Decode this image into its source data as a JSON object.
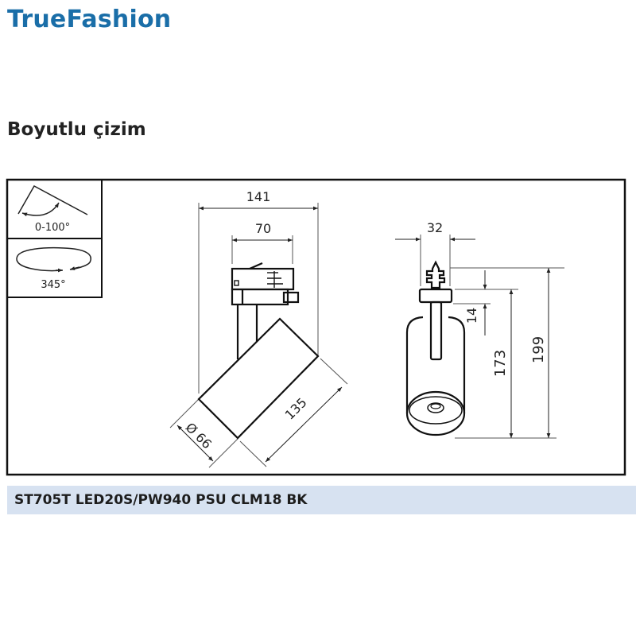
{
  "header": {
    "brand": "TrueFashion"
  },
  "section": {
    "title": "Boyutlu çizim"
  },
  "drawing": {
    "tilt_label": "0-100°",
    "rotation_label": "345°",
    "dimensions": {
      "total_width": "141",
      "adapter_width": "70",
      "diameter": "Ø 66",
      "body_length": "135",
      "front_width": "32",
      "adapter_height": "14",
      "body_height": "173",
      "total_height": "199"
    }
  },
  "product": {
    "code": "ST705T LED20S/PW940 PSU CLM18 BK"
  },
  "colors": {
    "brand": "#1a6ea8",
    "band": "#d7e2f1"
  }
}
